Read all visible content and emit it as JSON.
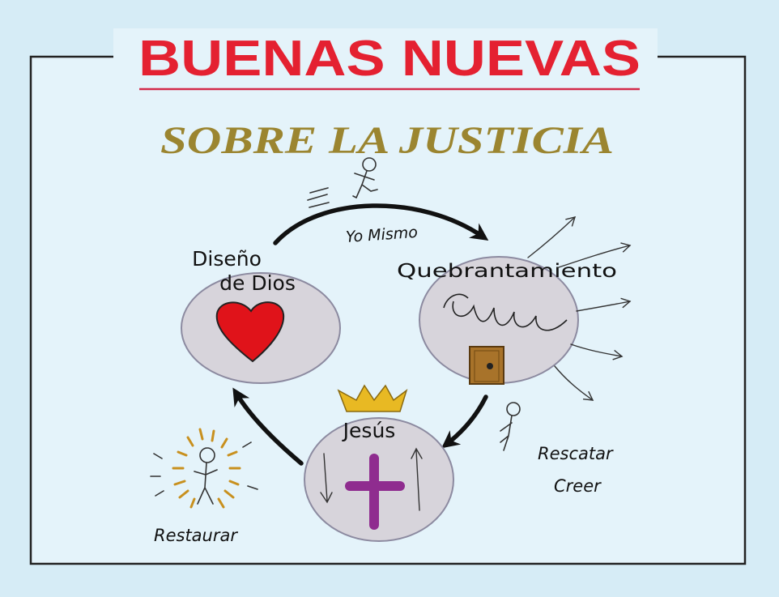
{
  "title": "BUENAS NUEVAS",
  "subtitle": "SOBRE LA JUSTICIA",
  "colors": {
    "background": "#d6ecf6",
    "panel": "#e4f3fa",
    "title_red": "#e42131",
    "rule": "#d22a4a",
    "subtitle_gold": "#9b8530",
    "circle_fill": "#d7d4db",
    "circle_stroke": "#8c8aa0",
    "heart": "#e0131a",
    "cross": "#8f2c8f",
    "crown": "#e8b923",
    "door": "#a8732a"
  },
  "nodes": {
    "design": {
      "line1": "Diseño",
      "line2": "de Dios",
      "icon": "heart-icon"
    },
    "brokenness": {
      "label": "Quebrantamiento",
      "icon": "door-icon"
    },
    "jesus": {
      "label": "Jesús",
      "icon": "cross-icon"
    }
  },
  "labels": {
    "self": "Yo Mismo",
    "rescue": "Rescatar",
    "believe": "Creer",
    "restore": "Restaurar"
  }
}
